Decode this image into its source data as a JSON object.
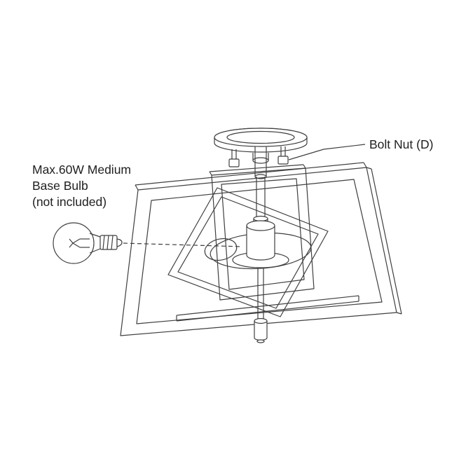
{
  "colors": {
    "line": "#3f3f3f",
    "text": "#1f1f1f",
    "background": "#ffffff"
  },
  "labels": {
    "bolt_nut": "Bolt Nut (D)",
    "note_line1": "Max.60W Medium",
    "note_line2": "Base Bulb",
    "note_line3": "(not included)"
  }
}
